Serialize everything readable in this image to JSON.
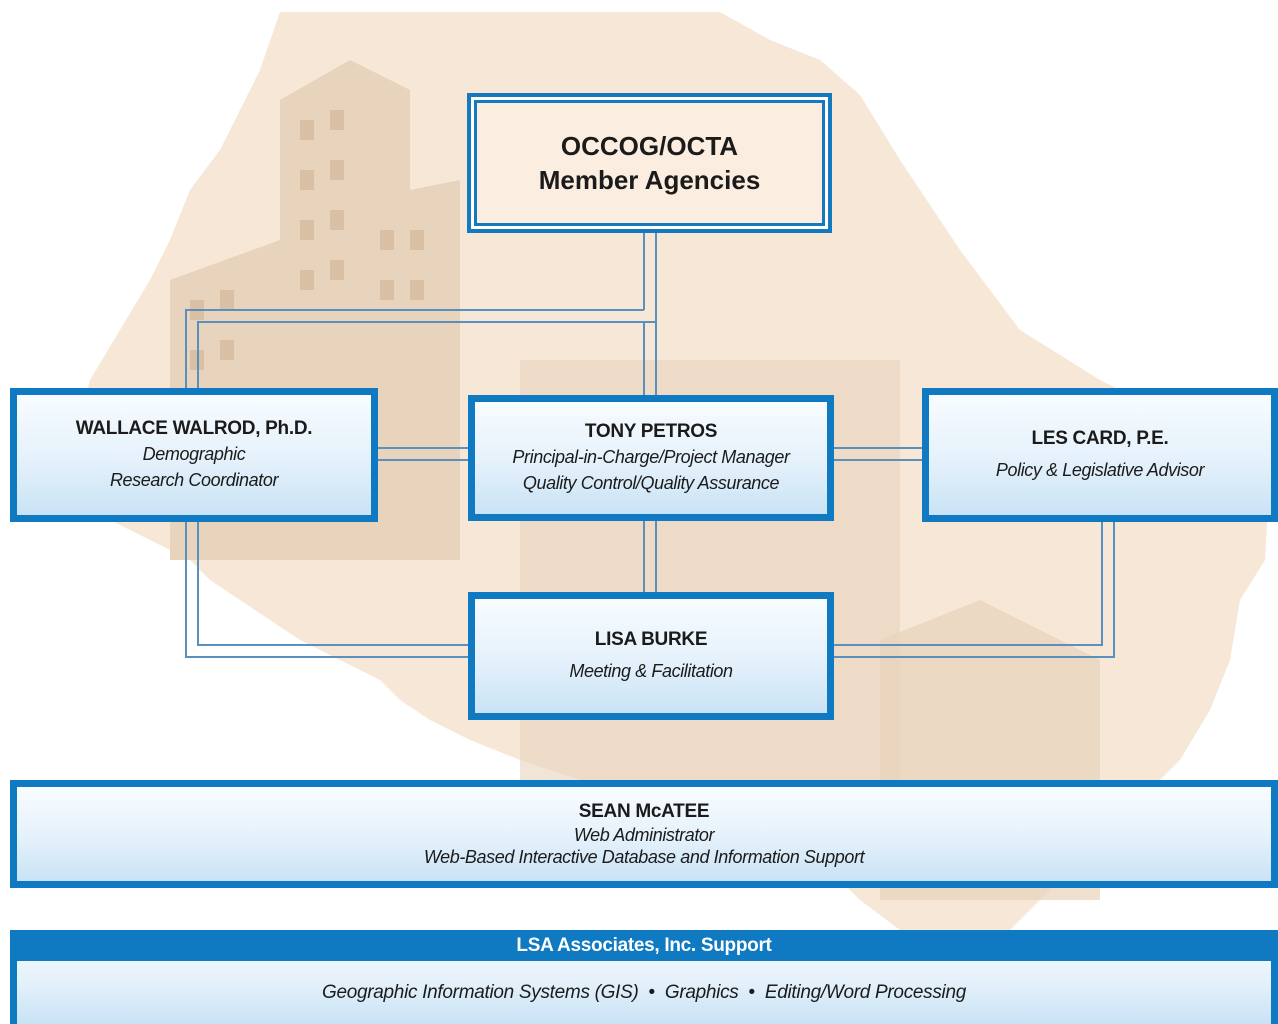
{
  "colors": {
    "accent_blue": "#0f79c1",
    "box_fill_light": "#e4f1fb",
    "top_box_fill": "#fbeee0",
    "background_shape": "#f4e4d2"
  },
  "top_box": {
    "line1": "OCCOG/OCTA",
    "line2": "Member Agencies"
  },
  "walrod": {
    "name": "WALLACE WALROD, Ph.D.",
    "role1": "Demographic",
    "role2": "Research Coordinator"
  },
  "petros": {
    "name": "TONY PETROS",
    "role1": "Principal-in-Charge/Project Manager",
    "role2": "Quality Control/Quality Assurance"
  },
  "card": {
    "name": "LES CARD, P.E.",
    "role1": "Policy & Legislative Advisor"
  },
  "burke": {
    "name": "LISA BURKE",
    "role1": "Meeting & Facilitation"
  },
  "mcatee": {
    "name": "SEAN McATEE",
    "role1": "Web Administrator",
    "role2": "Web-Based Interactive Database and Information Support"
  },
  "lsa": {
    "header": "LSA Associates, Inc. Support",
    "items": [
      "Geographic Information Systems (GIS)",
      "Graphics",
      "Editing/Word Processing"
    ],
    "separator": "•"
  }
}
